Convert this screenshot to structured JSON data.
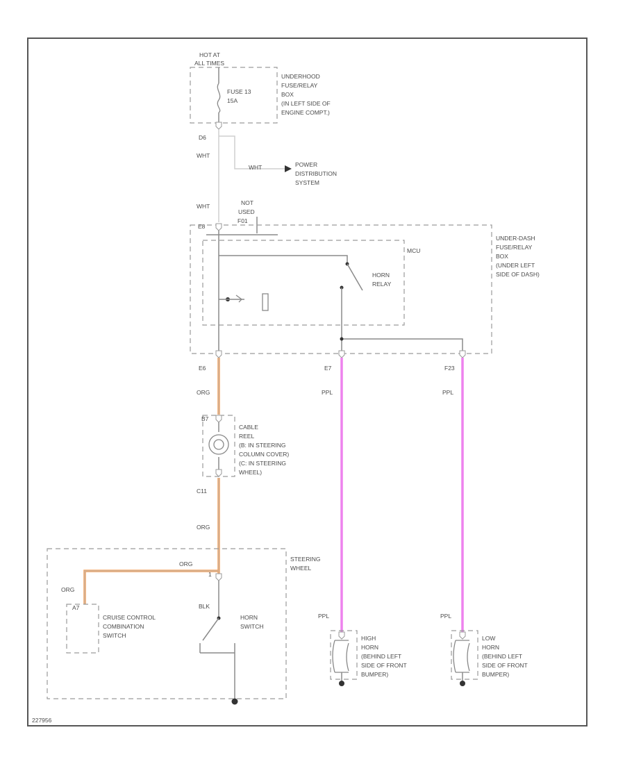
{
  "diagram": {
    "title": "",
    "labels": {
      "hot_at_all_times": [
        "HOT AT",
        "ALL TIMES"
      ],
      "underhood_box": [
        "UNDERHOOD",
        "FUSE/RELAY",
        "BOX",
        "(IN LEFT SIDE OF",
        "ENGINE COMPT.)"
      ],
      "fuse": [
        "FUSE 13",
        "15A"
      ],
      "conn_d6": "D6",
      "wht_1": "WHT",
      "wht_2": "WHT",
      "power_distribution": [
        "POWER",
        "DISTRIBUTION",
        "SYSTEM"
      ],
      "wht_3": "WHT",
      "not_used": [
        "NOT",
        "USED"
      ],
      "conn_f01": "F01",
      "conn_e8": "E8",
      "underdash_box": [
        "UNDER-DASH",
        "FUSE/RELAY",
        "BOX",
        "(UNDER LEFT",
        "SIDE OF DASH)"
      ],
      "mcu": "MCU",
      "horn_relay": [
        "HORN",
        "RELAY"
      ],
      "conn_e6": "E6",
      "conn_e7": "E7",
      "conn_f23": "F23",
      "org_1": "ORG",
      "ppl_1": "PPL",
      "ppl_2": "PPL",
      "cable_reel": [
        "CABLE",
        "REEL",
        "(B: IN STEERING",
        "COLUMN COVER)",
        "(C: IN STEERING",
        "WHEEL)"
      ],
      "conn_b7": "B7",
      "conn_c11": "C11",
      "org_2": "ORG",
      "steering_wheel": [
        "STEERING",
        "WHEEL"
      ],
      "org_3": "ORG",
      "org_4": "ORG",
      "pin_1": "1",
      "pin_a7": "A7",
      "cruise_switch": [
        "CRUISE CONTROL",
        "COMBINATION",
        "SWITCH"
      ],
      "blk": "BLK",
      "horn_switch": [
        "HORN",
        "SWITCH"
      ],
      "ppl_3": "PPL",
      "ppl_4": "PPL",
      "high_horn": [
        "HIGH",
        "HORN",
        "(BEHIND LEFT",
        "SIDE OF FRONT",
        "BUMPER)"
      ],
      "low_horn": [
        "LOW",
        "HORN",
        "(BEHIND LEFT",
        "SIDE OF FRONT",
        "BUMPER)"
      ],
      "ref_code": "227956"
    },
    "colors": {
      "frame": "#555555",
      "dashed_box": "#9a9a9a",
      "wire_gray": "#8a8a8a",
      "wire_orange": "#f4a460",
      "wire_purple": "#ee82ee",
      "text": "#4a4a4a"
    }
  }
}
